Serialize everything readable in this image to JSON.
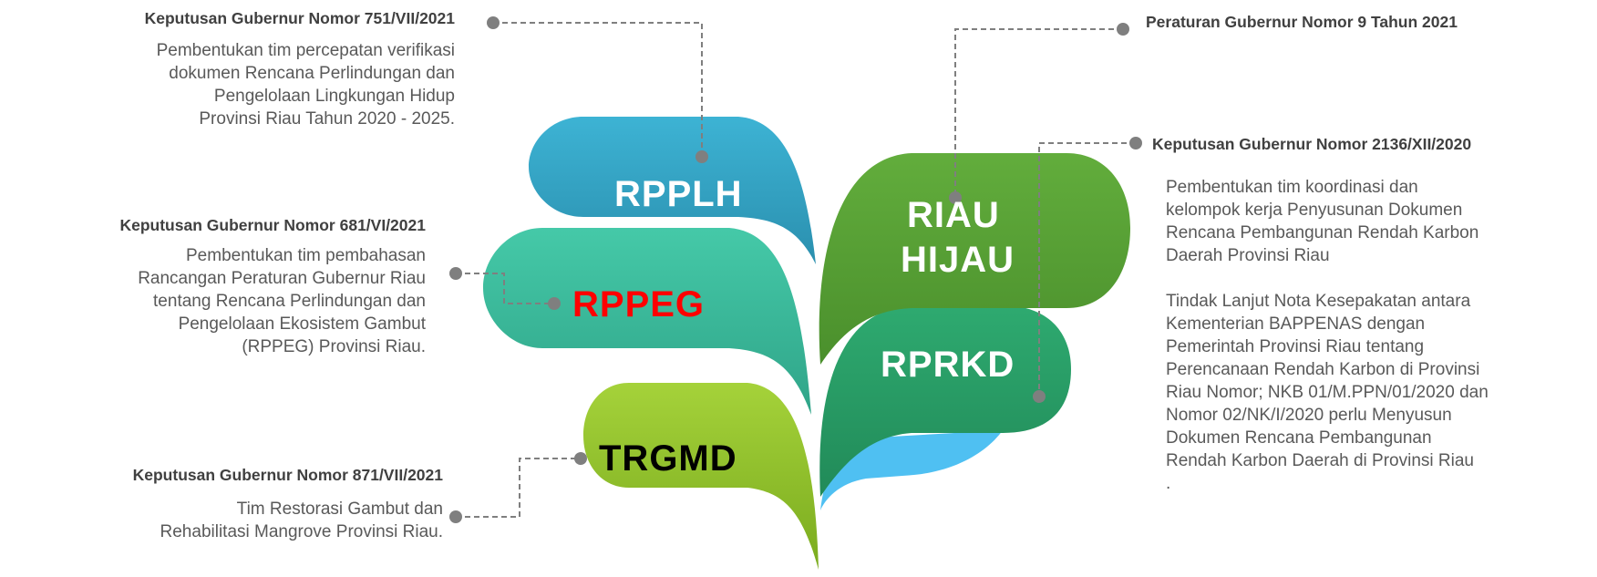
{
  "colors": {
    "rpplh": "#37a8c8",
    "rppeg": "#3cc3a0",
    "trgmd": "#9ccc32",
    "riau_hijau": "#5aa43a",
    "rprkd": "#2aa06a",
    "accent_blue": "#4fc0f2",
    "connector": "#7f7f7f",
    "rppeg_text": "#ff0000"
  },
  "blocks": {
    "kep751": {
      "title": "Keputusan Gubernur Nomor 751/VII/2021",
      "lines": [
        "Pembentukan tim percepatan verifikasi",
        "dokumen  Rencana Perlindungan dan",
        "Pengelolaan Lingkungan Hidup",
        "Provinsi Riau Tahun 2020 - 2025."
      ]
    },
    "kep681": {
      "title": "Keputusan Gubernur Nomor 681/VI/2021",
      "lines": [
        "Pembentukan tim pembahasan",
        "Rancangan Peraturan Gubernur Riau",
        "tentang Rencana Perlindungan dan",
        "Pengelolaan Ekosistem Gambut",
        "(RPPEG) Provinsi Riau."
      ]
    },
    "kep871": {
      "title": "Keputusan Gubernur Nomor 871/VII/2021",
      "lines": [
        "Tim Restorasi Gambut dan",
        "Rehabilitasi Mangrove Provinsi Riau."
      ]
    },
    "per9": {
      "title": "Peraturan Gubernur Nomor 9 Tahun 2021"
    },
    "kep2136": {
      "title": "Keputusan Gubernur Nomor 2136/XII/2020",
      "lines": [
        "Pembentukan tim koordinasi dan",
        "kelompok kerja Penyusunan Dokumen",
        "Rencana Pembangunan Rendah Karbon",
        "Daerah Provinsi Riau",
        "",
        "Tindak Lanjut Nota Kesepakatan antara",
        "Kementerian BAPPENAS dengan",
        "Pemerintah Provinsi Riau tentang",
        "Perencanaan Rendah Karbon di Provinsi",
        "Riau Nomor; NKB 01/M.PPN/01/2020 dan",
        "Nomor 02/NK/I/2020 perlu Menyusun",
        "Dokumen Rencana Pembangunan",
        "Rendah Karbon Daerah di Provinsi Riau",
        "."
      ]
    }
  },
  "labels": {
    "rpplh": "RPPLH",
    "rppeg": "RPPEG",
    "trgmd": "TRGMD",
    "riau_hijau_1": "RIAU",
    "riau_hijau_2": "HIJAU",
    "rprkd": "RPRKD"
  }
}
